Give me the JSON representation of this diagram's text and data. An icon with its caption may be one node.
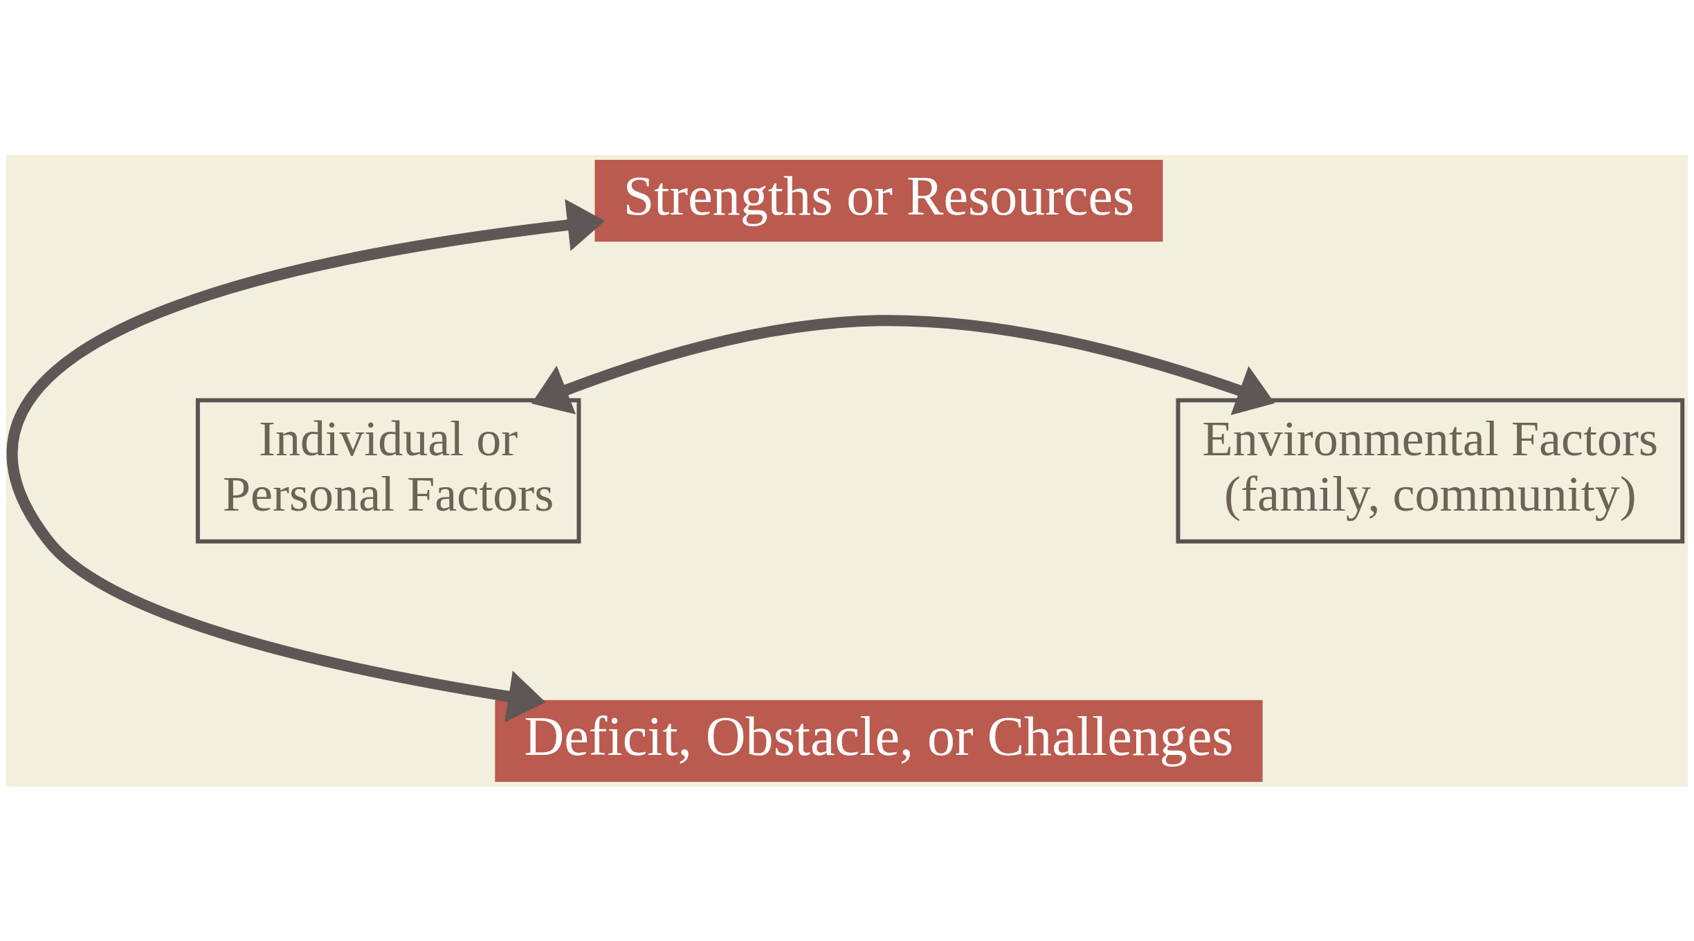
{
  "diagram": {
    "nodes": [
      {
        "text": [
          "Strengths or Resources"
        ]
      },
      {
        "text": [
          "Individual or Personal Factors"
        ]
      },
      {
        "text": [
          "Environmental Factors (family, community)"
        ]
      },
      {
        "text": [
          "Deficit, Obstacle, or Challenges"
        ]
      }
    ],
    "edges": [
      {
        "from": 3,
        "to": 0,
        "arrow": "both"
      },
      {
        "from": 1,
        "to": 2,
        "arrow": "both"
      }
    ]
  }
}
